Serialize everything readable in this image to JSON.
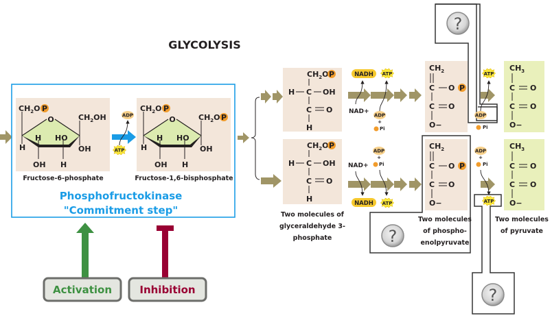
{
  "title": "GLYCOLYSIS",
  "colors": {
    "arrow": "#a09566",
    "molecule_bg": "#f3e6da",
    "pyruvate_bg": "#e9f0bb",
    "ring_fill": "#dcebb0",
    "phosphate": "#f19c2c",
    "nadh": "#f6c92e",
    "atp": "#fbe83a",
    "adp": "#f7d08a",
    "enzyme_blue": "#1a9ce6",
    "activation_green": "#3e9142",
    "inhibition_red": "#990033",
    "box_border": "#333333",
    "button_bg": "#e4e6e0",
    "button_border": "#6c6d6a"
  },
  "phosphate_symbol": "P",
  "molecules": {
    "f6p": {
      "name": "Fructose-6-phosphate",
      "top_left": "CH2O",
      "top_right": "CH2OH",
      "ring_o": "O",
      "left_h": "H",
      "right_oh": "OH",
      "inner_h": "H",
      "inner_ho": "HO",
      "bottom_oh": "OH",
      "bottom_h": "H"
    },
    "f16bp": {
      "name": "Fructose-1,6-bisphosphate",
      "top_left": "CH2O",
      "top_right": "CH2O",
      "ring_o": "O",
      "left_h": "H",
      "right_oh": "OH",
      "inner_h": "H",
      "inner_ho": "HO",
      "bottom_oh": "OH",
      "bottom_h": "H"
    },
    "g3p": {
      "caption_lines": [
        "Two molecules of",
        "glyceraldehyde 3-",
        "phosphate"
      ],
      "ch2o": "CH2O",
      "h": "H",
      "c": "C",
      "oh": "OH",
      "o": "O",
      "bottom_h": "H"
    },
    "pep": {
      "caption_lines": [
        "Two molecules",
        "of phospho-",
        "enolpyruvate"
      ],
      "ch2": "CH2",
      "c": "C",
      "o": "O",
      "o_minus": "O−"
    },
    "pyruvate": {
      "caption_lines": [
        "Two molecules",
        "of pyruvate"
      ],
      "ch3": "CH3",
      "c": "C",
      "o": "O",
      "o_minus": "O−"
    }
  },
  "cofactors": {
    "adp": "ADP",
    "atp": "ATP",
    "nadh": "NADH",
    "nad_plus": "NAD+",
    "pi": "Pi",
    "plus": "+"
  },
  "enzyme": {
    "name": "Phosphofructokinase",
    "note": "\"Commitment step\""
  },
  "regulation": {
    "activation_label": "Activation",
    "inhibition_label": "Inhibition"
  },
  "question_mark": "?"
}
